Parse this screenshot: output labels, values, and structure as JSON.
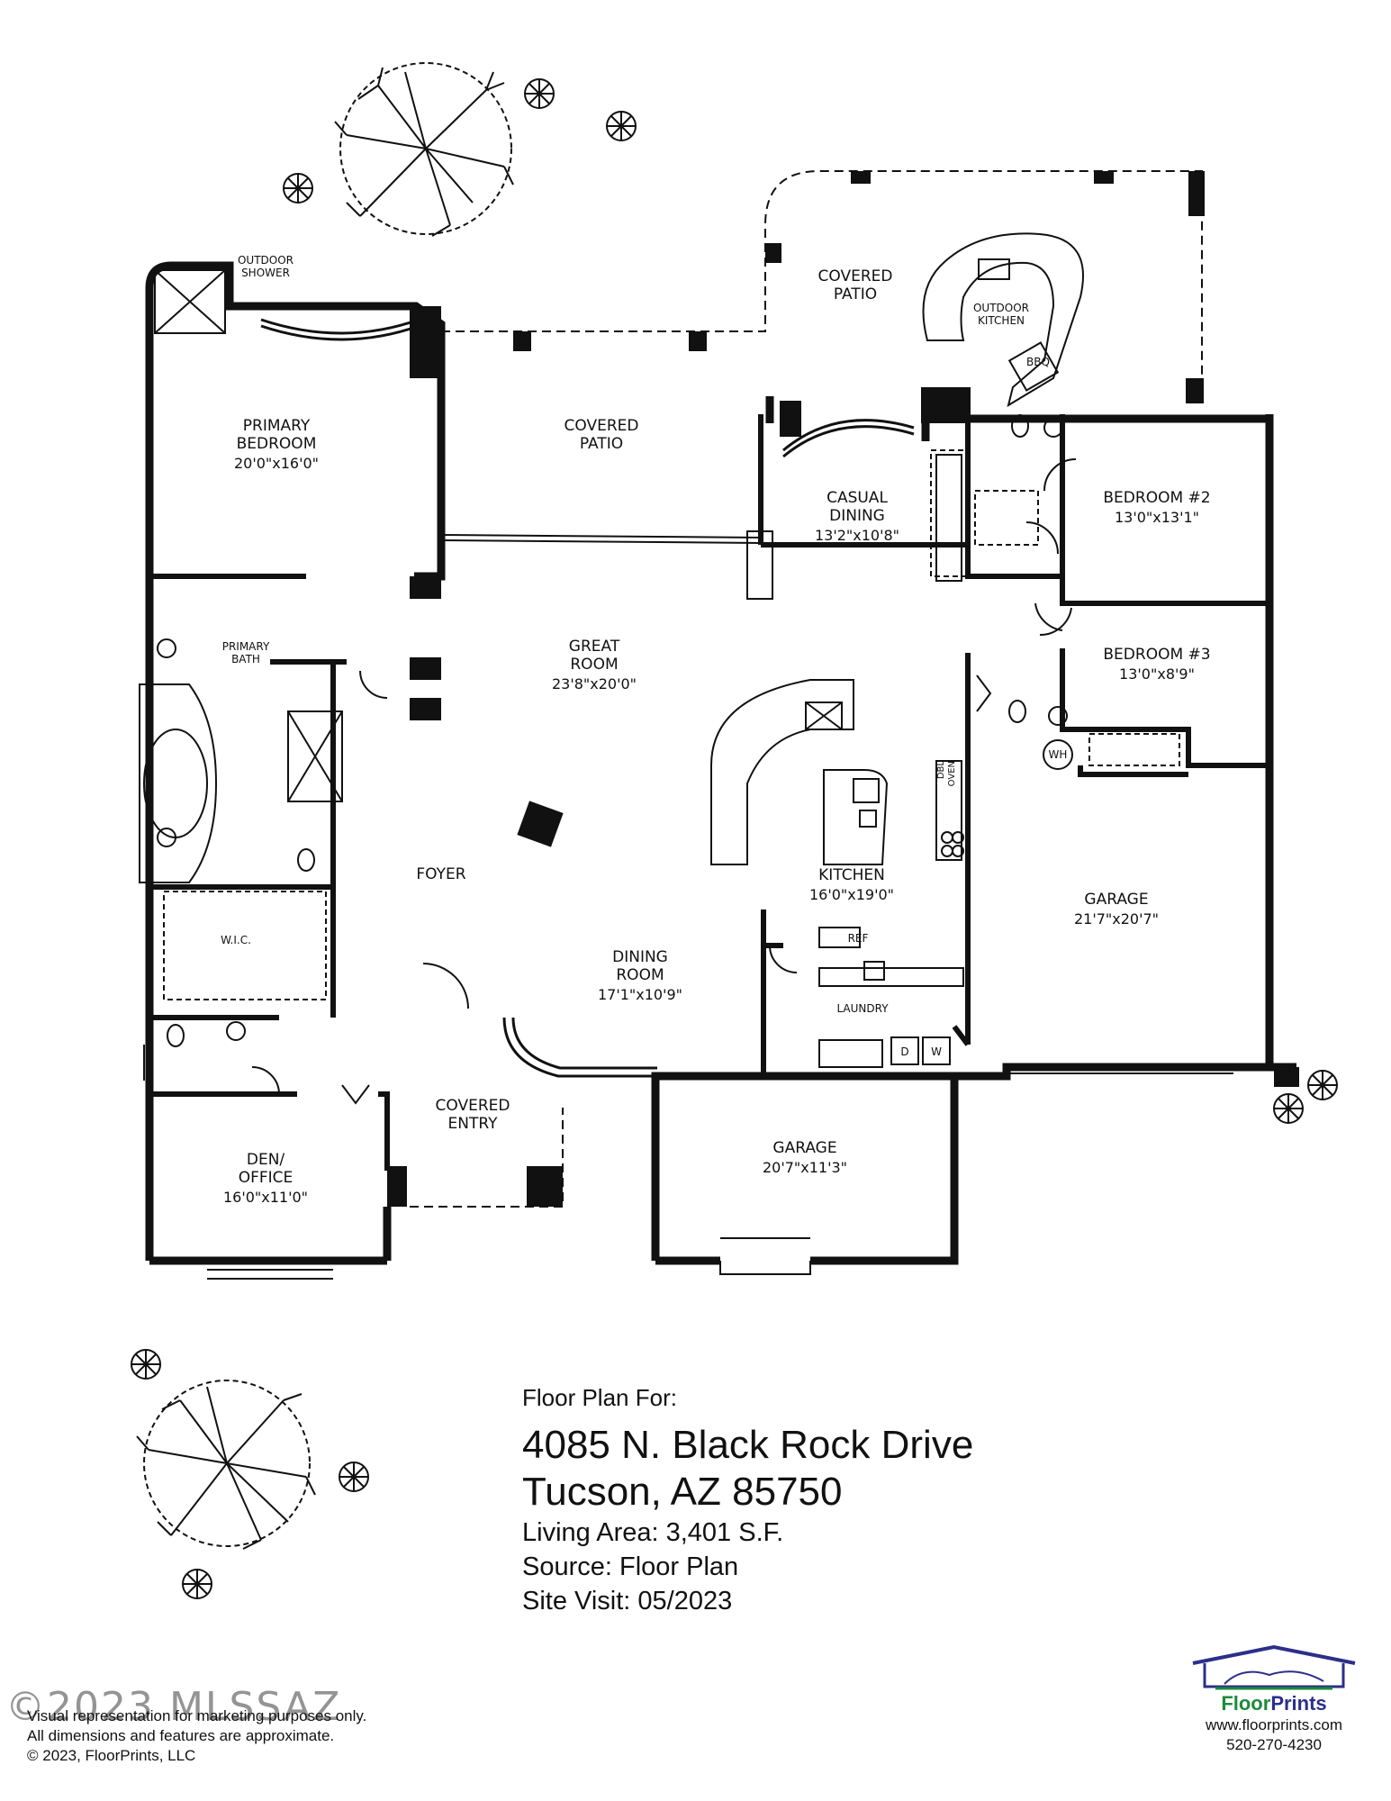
{
  "plan": {
    "rooms": [
      {
        "id": "primary-bedroom",
        "name": "PRIMARY\nBEDROOM",
        "dims": "20'0\"x16'0\""
      },
      {
        "id": "primary-bath",
        "name": "PRIMARY\nBATH",
        "dims": ""
      },
      {
        "id": "wic",
        "name": "W.I.C.",
        "dims": ""
      },
      {
        "id": "den-office",
        "name": "DEN/\nOFFICE",
        "dims": "16'0\"x11'0\""
      },
      {
        "id": "covered-patio-main",
        "name": "COVERED\nPATIO",
        "dims": ""
      },
      {
        "id": "covered-patio-east",
        "name": "COVERED\nPATIO",
        "dims": ""
      },
      {
        "id": "outdoor-kitchen",
        "name": "OUTDOOR\nKITCHEN",
        "dims": ""
      },
      {
        "id": "bbq",
        "name": "BBQ",
        "dims": ""
      },
      {
        "id": "outdoor-shower",
        "name": "OUTDOOR\nSHOWER",
        "dims": ""
      },
      {
        "id": "great-room",
        "name": "GREAT\nROOM",
        "dims": "23'8\"x20'0\""
      },
      {
        "id": "casual-dining",
        "name": "CASUAL\nDINING",
        "dims": "13'2\"x10'8\""
      },
      {
        "id": "bedroom-2",
        "name": "BEDROOM #2",
        "dims": "13'0\"x13'1\""
      },
      {
        "id": "bedroom-3",
        "name": "BEDROOM #3",
        "dims": "13'0\"x8'9\""
      },
      {
        "id": "foyer",
        "name": "FOYER",
        "dims": ""
      },
      {
        "id": "kitchen",
        "name": "KITCHEN",
        "dims": "16'0\"x19'0\""
      },
      {
        "id": "dining-room",
        "name": "DINING\nROOM",
        "dims": "17'1\"x10'9\""
      },
      {
        "id": "laundry",
        "name": "LAUNDRY",
        "dims": ""
      },
      {
        "id": "garage-large",
        "name": "GARAGE",
        "dims": "21'7\"x20'7\""
      },
      {
        "id": "garage-small",
        "name": "GARAGE",
        "dims": "20'7\"x11'3\""
      },
      {
        "id": "covered-entry",
        "name": "COVERED\nENTRY",
        "dims": ""
      }
    ],
    "fixtures": {
      "ref": "REF",
      "dbl_oven": "DBL\nOVEN",
      "wh": "WH",
      "dryer": "D",
      "washer": "W"
    }
  },
  "info": {
    "intro": "Floor Plan For:",
    "address_line1": "4085 N. Black Rock Drive",
    "address_line2": "Tucson, AZ  85750",
    "living_area": "Living Area:  3,401 S.F.",
    "source": "Source:  Floor Plan",
    "site_visit": "Site Visit:  05/2023"
  },
  "disclaimer": {
    "line1": "Visual representation for marketing purposes only.",
    "line2": "All dimensions and features are approximate.",
    "line3": "© 2023, FloorPrints, LLC"
  },
  "watermark": "©2023 MLSSAZ",
  "brand": {
    "name_part1": "Floor",
    "name_part2": "Prints",
    "url": "www.floorprints.com",
    "phone": "520-270-4230"
  },
  "colors": {
    "wall": "#111111",
    "brand_green": "#1e8a3a",
    "brand_blue": "#2b2f8a"
  }
}
